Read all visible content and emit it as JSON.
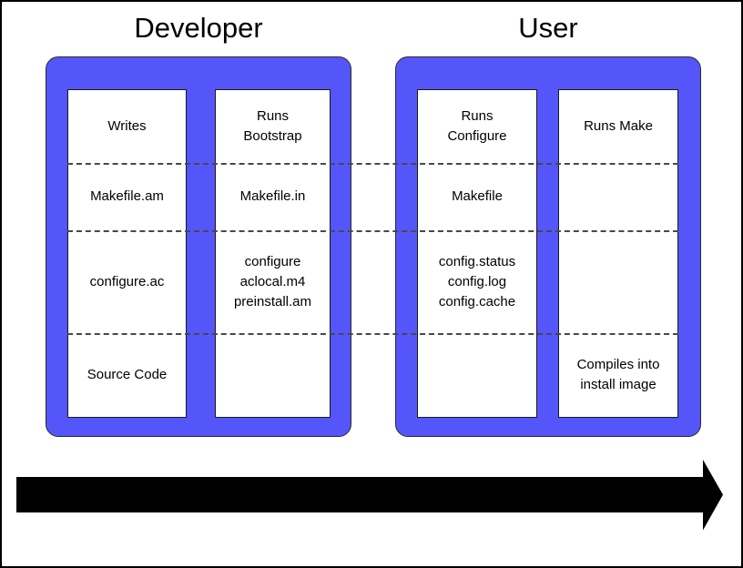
{
  "diagram": {
    "groups": [
      {
        "title": "Developer",
        "columns": [
          {
            "name": "writes",
            "cells": [
              "Writes",
              "Makefile.am",
              "configure.ac",
              "Source Code"
            ]
          },
          {
            "name": "bootstrap",
            "cells": [
              "Runs\nBootstrap",
              "Makefile.in",
              "configure\naclocal.m4\npreinstall.am",
              ""
            ]
          }
        ]
      },
      {
        "title": "User",
        "columns": [
          {
            "name": "configure",
            "cells": [
              "Runs\nConfigure",
              "Makefile",
              "config.status\nconfig.log\nconfig.cache",
              ""
            ]
          },
          {
            "name": "make",
            "cells": [
              "Runs Make",
              "",
              "",
              "Compiles into\ninstall image"
            ]
          }
        ]
      }
    ],
    "colors": {
      "block_fill": "#5456FA",
      "block_outline": "#2b2b2b",
      "column_outline": "#1a1a1a",
      "divider": "#484848",
      "arrow": "#000000",
      "background": "#ffffff"
    }
  }
}
